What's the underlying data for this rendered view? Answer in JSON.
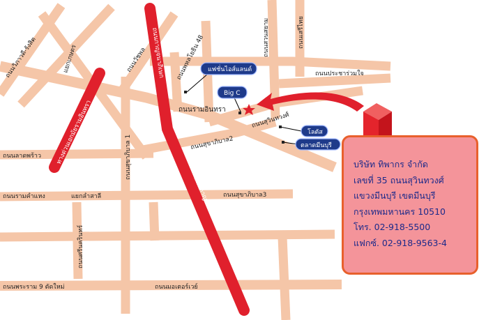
{
  "roads": {
    "top_left_diag": "ถนนวิภาวดี-รังสิต",
    "yaek_kaset": "แยกเกษตร",
    "upper_left_diag": "ถนนวัชพล",
    "phaholyothin_upper": "ถนนพหลโยธิน 48",
    "suan_siam": "ถนนสวนสยาม",
    "seri_thai": "ถนนเสรีไทย",
    "prachan_utit": "ถนนประชาร่วมใจ",
    "ramintra": "ถนนรามอินทรา",
    "suwinthawong": "ถนนสุวินทวงศ์",
    "sukhapiban2": "ถนนสุขาภิบาล2",
    "sukhapiban1": "ถนนสุขาภิบาล 1",
    "lat_phrao": "ถนนลาดพร้าว",
    "ramkhamhaeng": "ถนนรามคำแหง",
    "yaek_lamsali": "แยกลำสาลี",
    "sukhapiban3": "ถนนสุขาภิบาล3",
    "srinakarin": "ถนนศรีนครินทร์",
    "phraram9": "ถนนพระราม 9 ตัดใหม่",
    "motorway": "ถนนมอเตอร์เวย์"
  },
  "highways": {
    "left_hwy": "ทางด่วนเอกมัยรามอินทรา",
    "main_hwy_upper": "ถนนกาญจนาภิเษก",
    "main_hwy_lower": "ถนนกาญจนาภิเษก"
  },
  "landmarks": {
    "fashion_island": "แฟชั่นไอส์แลนด์",
    "big_c": "Big C",
    "lotus": "โลตัส",
    "minburi_market": "ตลาดมีนบุรี"
  },
  "company": {
    "name": "บริษัท  ทิพากร  จำกัด",
    "address1": "เลขที่ 35 ถนนสุวินทวงศ์",
    "address2": "แขวงมีนบุรี  เขตมีนบุรี",
    "address3": "กรุงเทพมหานคร  10510",
    "phone": "โทร.  02-918-5500",
    "fax": "แฟกซ์.  02-918-9563-4"
  },
  "colors": {
    "road": "#f5c6a8",
    "highway": "#e0202c",
    "pill": "#1e3a8a",
    "info_bg": "#f4949a",
    "info_border": "#e8602c",
    "info_text": "#1d2a8a"
  }
}
